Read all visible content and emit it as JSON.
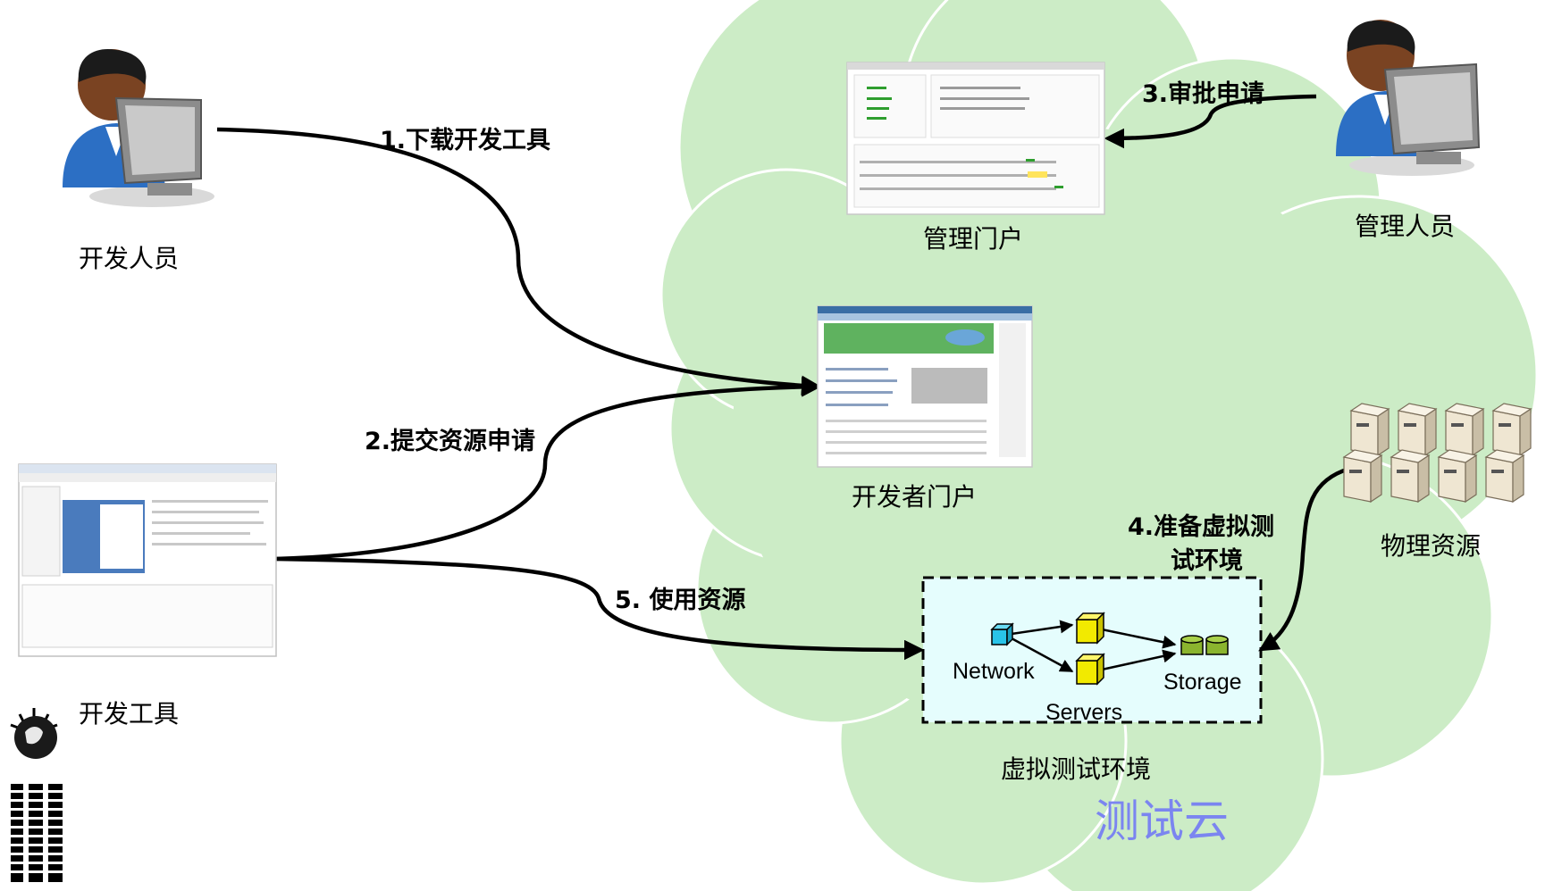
{
  "actors": {
    "developer": "开发人员",
    "admin": "管理人员"
  },
  "nodes": {
    "dev_tools": "开发工具",
    "admin_portal": "管理门户",
    "dev_portal": "开发者门户",
    "physical": "物理资源",
    "virtual_env": "虚拟测试环境"
  },
  "steps": {
    "s1": "1.下载开发工具",
    "s2": "2.提交资源申请",
    "s3": "3.审批申请",
    "s4_line1": "4.准备虚拟测",
    "s4_line2": "试环境",
    "s5": "5. 使用资源"
  },
  "env": {
    "network": "Network",
    "servers": "Servers",
    "storage": "Storage"
  },
  "cloud": {
    "name": "测试云"
  },
  "colors": {
    "cloud_fill": "#ccecc6",
    "cloud_stroke": "#ffffff",
    "env_fill": "#e5fdfd",
    "cloud_label": "#7b85f0",
    "server_cube": "#f2ea00",
    "network_cube": "#29c3e8",
    "storage_disk": "#8bb42e"
  },
  "icons": [
    "person-computer-icon",
    "server-rack-icon",
    "ibm-logo-icon",
    "globe-icon"
  ]
}
